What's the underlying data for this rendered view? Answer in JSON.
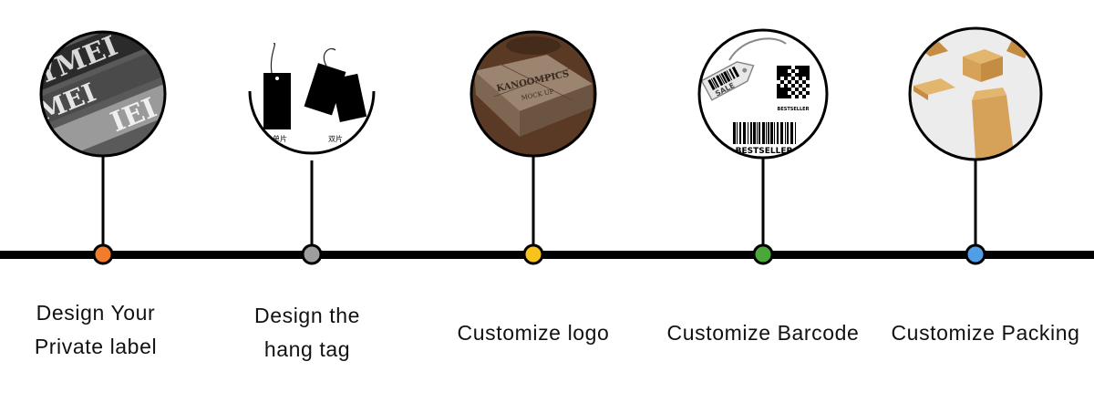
{
  "steps": [
    {
      "id": "private-label",
      "lines": [
        "Design Your",
        "Private label"
      ],
      "dot_color": "#f07c2c",
      "tag_text": [
        "YMEI",
        "MEI",
        "IEI"
      ],
      "tag_colors": [
        "#2b2b2b",
        "#4a4a4a",
        "#9a9a9a"
      ]
    },
    {
      "id": "hang-tag",
      "lines": [
        "Design the",
        "hang tag"
      ],
      "dot_color": "#9e9e9e",
      "tag_text": [
        "单片",
        "双片"
      ]
    },
    {
      "id": "logo",
      "lines": [
        "Customize logo"
      ],
      "dot_color": "#f7c21b",
      "box_text": [
        "KANOOMPICS",
        "MOCK UP"
      ],
      "box_colors": [
        "#5b3a25",
        "#9b8470",
        "#3a2516"
      ]
    },
    {
      "id": "barcode",
      "lines": [
        "Customize Barcode"
      ],
      "dot_color": "#4aa83a",
      "sale_text": "SALE",
      "barcode_text": "BESTSELLER"
    },
    {
      "id": "packing",
      "lines": [
        "Customize Packing"
      ],
      "dot_color": "#4f9ee6",
      "box_colors": [
        "#d6a25a",
        "#c58d44",
        "#e3b66d"
      ]
    }
  ],
  "colors": {
    "line": "#000000",
    "background": "#ffffff"
  }
}
